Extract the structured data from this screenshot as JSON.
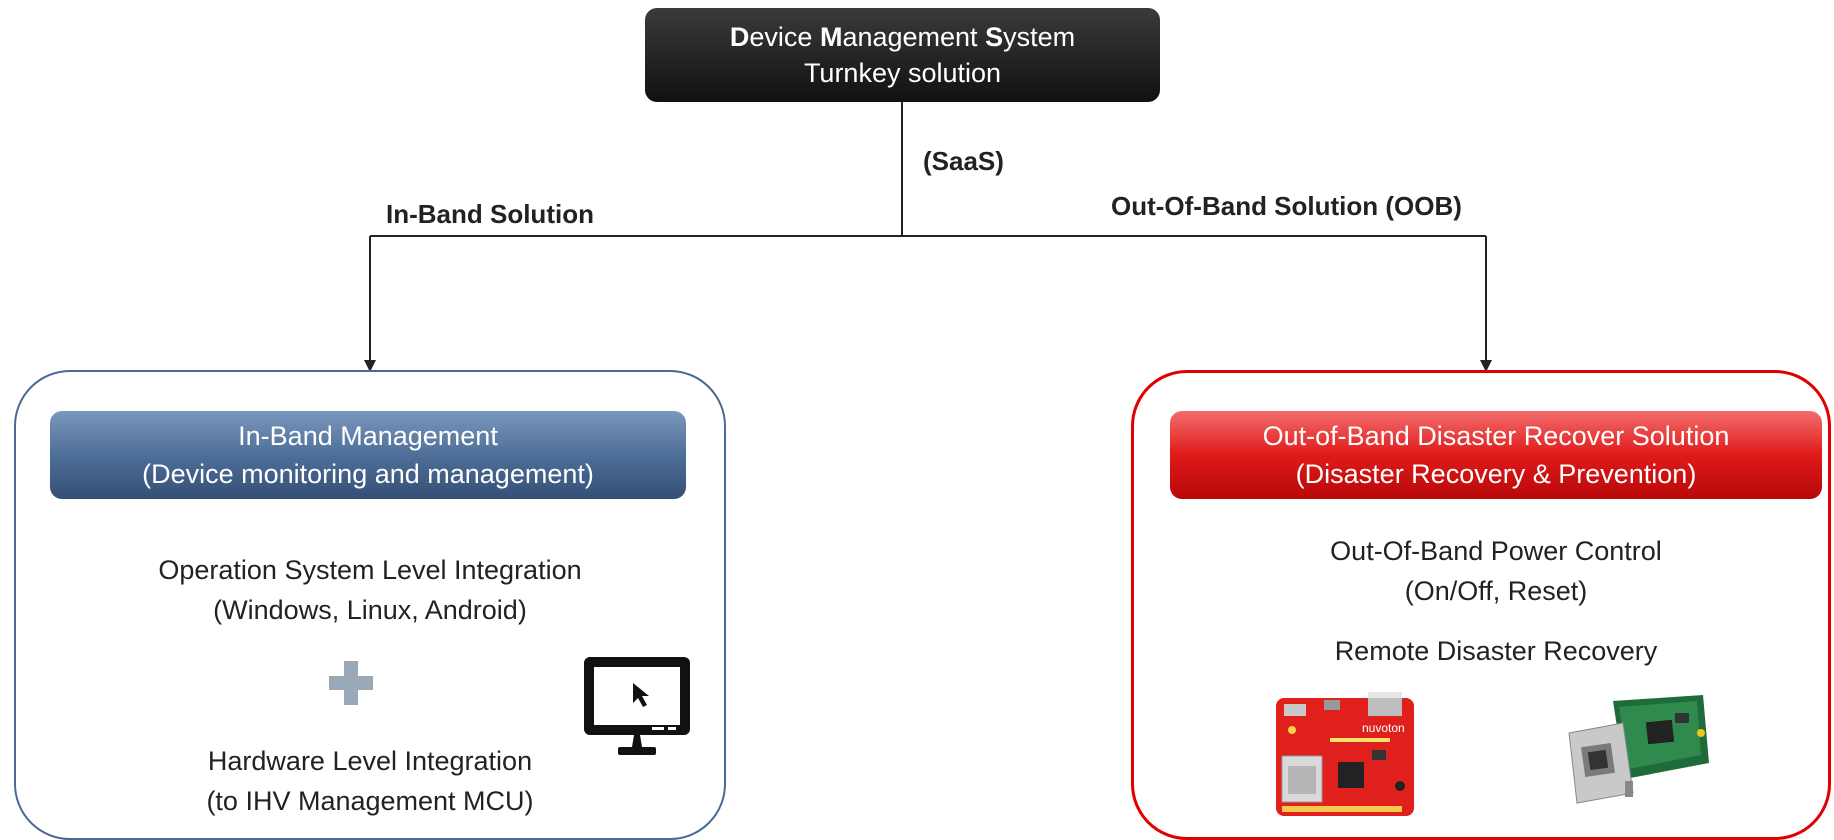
{
  "top_box": {
    "line1_parts": [
      {
        "bold": "D",
        "rest": "evice "
      },
      {
        "bold": "M",
        "rest": "anagement "
      },
      {
        "bold": "S",
        "rest": "ystem"
      }
    ],
    "line2": "Turnkey solution"
  },
  "labels": {
    "saas": "(SaaS)",
    "in_band": "In-Band Solution",
    "oob": "Out-Of-Band Solution (OOB)"
  },
  "left_panel": {
    "header_line1": "In-Band Management",
    "header_line2": "(Device monitoring and management)",
    "os_line1": "Operation System Level Integration",
    "os_line2": "(Windows, Linux, Android)",
    "hw_line1": "Hardware Level Integration",
    "hw_line2": "(to IHV Management MCU)",
    "icons": [
      "plus-icon",
      "monitor-icon"
    ]
  },
  "right_panel": {
    "header_line1": "Out-of-Band Disaster Recover Solution",
    "header_line2": "(Disaster Recovery & Prevention)",
    "power_line1": "Out-Of-Band Power Control",
    "power_line2": "(On/Off, Reset)",
    "recovery": "Remote Disaster Recovery",
    "board_label": "nuvoton"
  },
  "colors": {
    "top_box": "#1a1a1a",
    "left_border": "#4a6a95",
    "left_header": "#4e6f99",
    "right_border": "#e00000",
    "right_header": "#e01a1a",
    "plus": "#9aa9b8"
  }
}
